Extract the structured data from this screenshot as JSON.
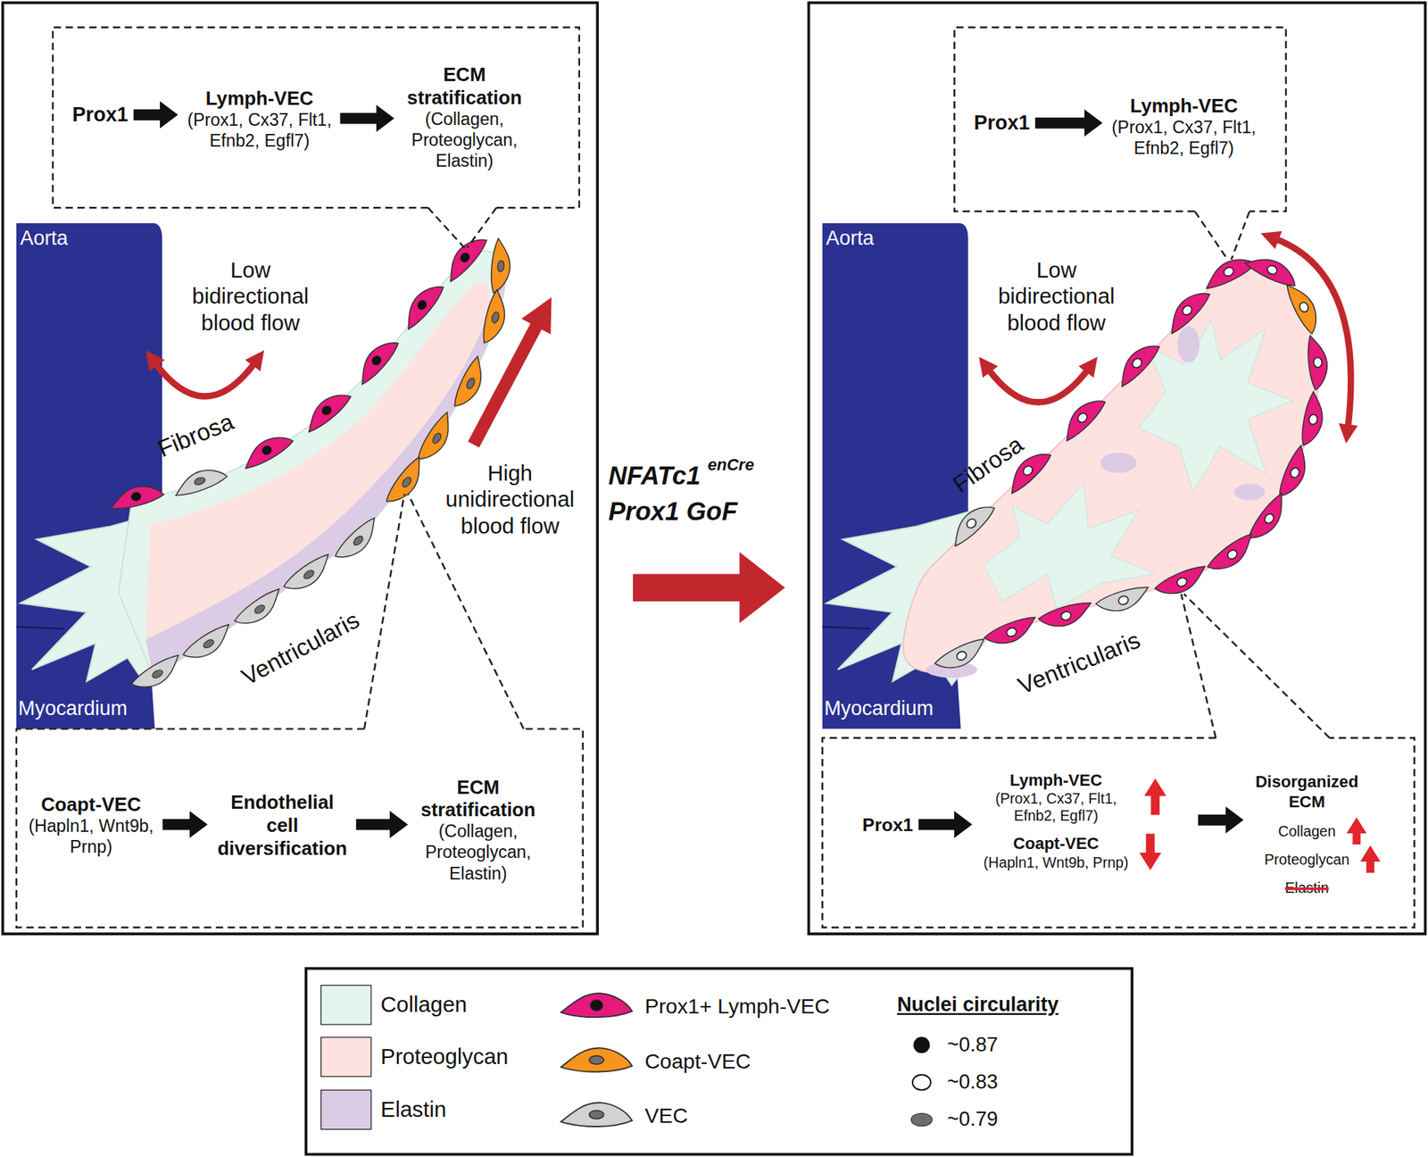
{
  "diagram": {
    "nodes": [
      {
        "text": [
          "Prox1"
        ]
      },
      {
        "text": [
          "Lymph-VEC",
          "(Prox1, Cx37, Flt1, Efnb2, Egfl7)"
        ]
      },
      {
        "text": [
          "ECM stratification",
          "(Collagen, Proteoglycan, Elastin)"
        ]
      },
      {
        "text": [
          "Prox1"
        ]
      },
      {
        "text": [
          "Lymph-VEC",
          "(Prox1, Cx37, Flt1, Efnb2, Egfl7)"
        ]
      },
      {
        "text": [
          "Coapt-VEC",
          "(Hapln1, Wnt9b, Prnp)"
        ]
      },
      {
        "text": [
          "Endothelial cell diversification"
        ]
      },
      {
        "text": [
          "ECM stratification",
          "(Collagen, Proteoglycan, Elastin)"
        ]
      },
      {
        "text": [
          "Prox1"
        ]
      },
      {
        "text": [
          "Lymph-VEC",
          "(Prox1, Cx37, Flt1, Efnb2, Egfl7)",
          "Coapt-VEC",
          "(Hapln1, Wnt9b, Prnp)"
        ]
      },
      {
        "text": [
          "Disorganized ECM",
          "Collagen",
          "Proteoglycan",
          "Elastin"
        ]
      }
    ],
    "edges": [
      {
        "from": 0,
        "to": 1,
        "arrow": "to"
      },
      {
        "from": 1,
        "to": 2,
        "arrow": "to"
      },
      {
        "from": 3,
        "to": 4,
        "arrow": "to"
      },
      {
        "from": 5,
        "to": 6,
        "arrow": "to"
      },
      {
        "from": 6,
        "to": 7,
        "arrow": "to"
      },
      {
        "from": 8,
        "to": 9,
        "arrow": "to"
      },
      {
        "from": 9,
        "to": 10,
        "arrow": "to"
      }
    ],
    "labels": [
      "Aorta",
      "Low bidirectional blood flow",
      "Fibrosa",
      "High unidirectional blood flow",
      "Ventricularis",
      "Myocardium",
      "NFATc1",
      "enCre",
      "Prox1 GoF",
      "Aorta",
      "Low bidirectional blood flow",
      "Fibrosa",
      "Ventricularis",
      "Myocardium",
      "Nuclei circularity"
    ],
    "legend": [
      {
        "text": "Collagen",
        "color": "#e4f5ee"
      },
      {
        "text": "Proteoglycan",
        "color": "#fde2e0"
      },
      {
        "text": "Elastin",
        "color": "#dccbe4"
      },
      {
        "text": "Prox1+ Lymph-VEC"
      },
      {
        "text": "Coapt-VEC"
      },
      {
        "text": "VEC"
      },
      {
        "text": "~0.87"
      },
      {
        "text": "~0.83"
      },
      {
        "text": "~0.79"
      }
    ]
  }
}
